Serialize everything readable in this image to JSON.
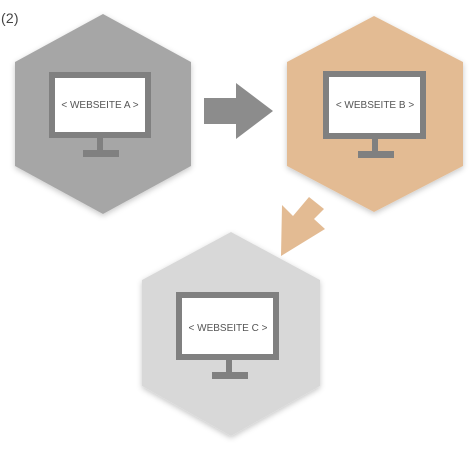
{
  "step_label": "(2)",
  "nodes": [
    {
      "id": "a",
      "label": "< WEBSEITE A >",
      "color": "#a6a6a6"
    },
    {
      "id": "b",
      "label": "< WEBSEITE B >",
      "color": "#e3bb93"
    },
    {
      "id": "c",
      "label": "< WEBSEITE C >",
      "color": "#d8d8d8"
    }
  ],
  "arrows": [
    {
      "from": "a",
      "to": "b",
      "color": "#8c8c8c"
    },
    {
      "from": "b",
      "to": "c",
      "color": "#e3bb93"
    }
  ],
  "icons": {
    "computer": "monitor-icon"
  }
}
